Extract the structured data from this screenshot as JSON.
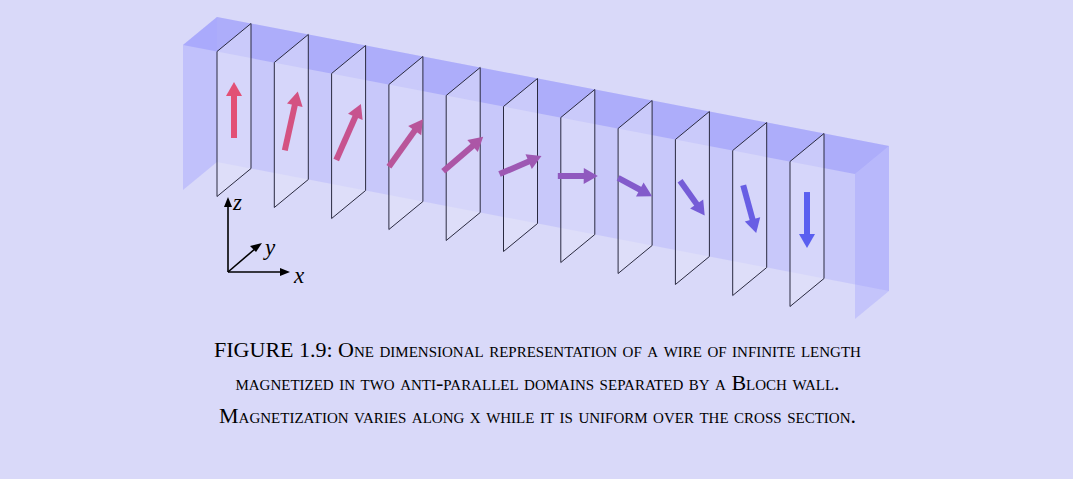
{
  "diagram": {
    "caption": "FIGURE 1.9: One dimensional representation of a wire of infinite length magnetized in two anti-parallel domains separated by a Bloch wall. Magnetization varies along x while it is uniform over the cross section.",
    "labels": [
      "z",
      "y",
      "x"
    ]
  }
}
